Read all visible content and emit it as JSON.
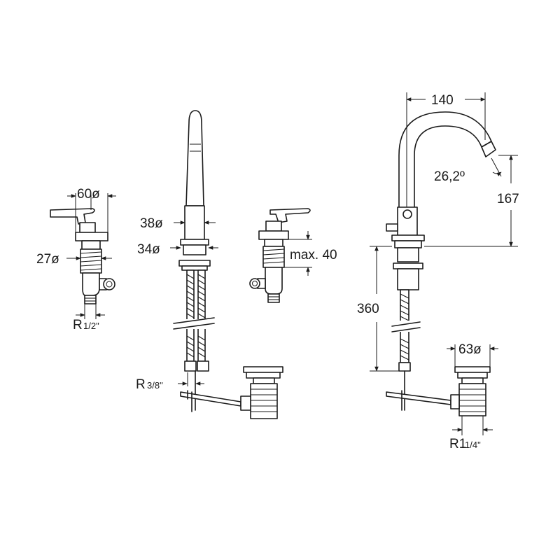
{
  "labels": {
    "handle_diameter": "60ø",
    "valve_diameter": "27ø",
    "valve_thread_main": "R",
    "valve_thread_frac": "1/2\"",
    "spout_diameter": "38ø",
    "spout_base_diameter": "34ø",
    "max_depth": "max. 40",
    "hose_thread_main": "R",
    "hose_thread_frac": "3/8\"",
    "reach": "140",
    "angle": "26,2º",
    "outlet_height": "167",
    "body_height": "360",
    "waste_diameter": "63ø",
    "waste_thread_main": "R1",
    "waste_thread_frac": "1/4\""
  }
}
